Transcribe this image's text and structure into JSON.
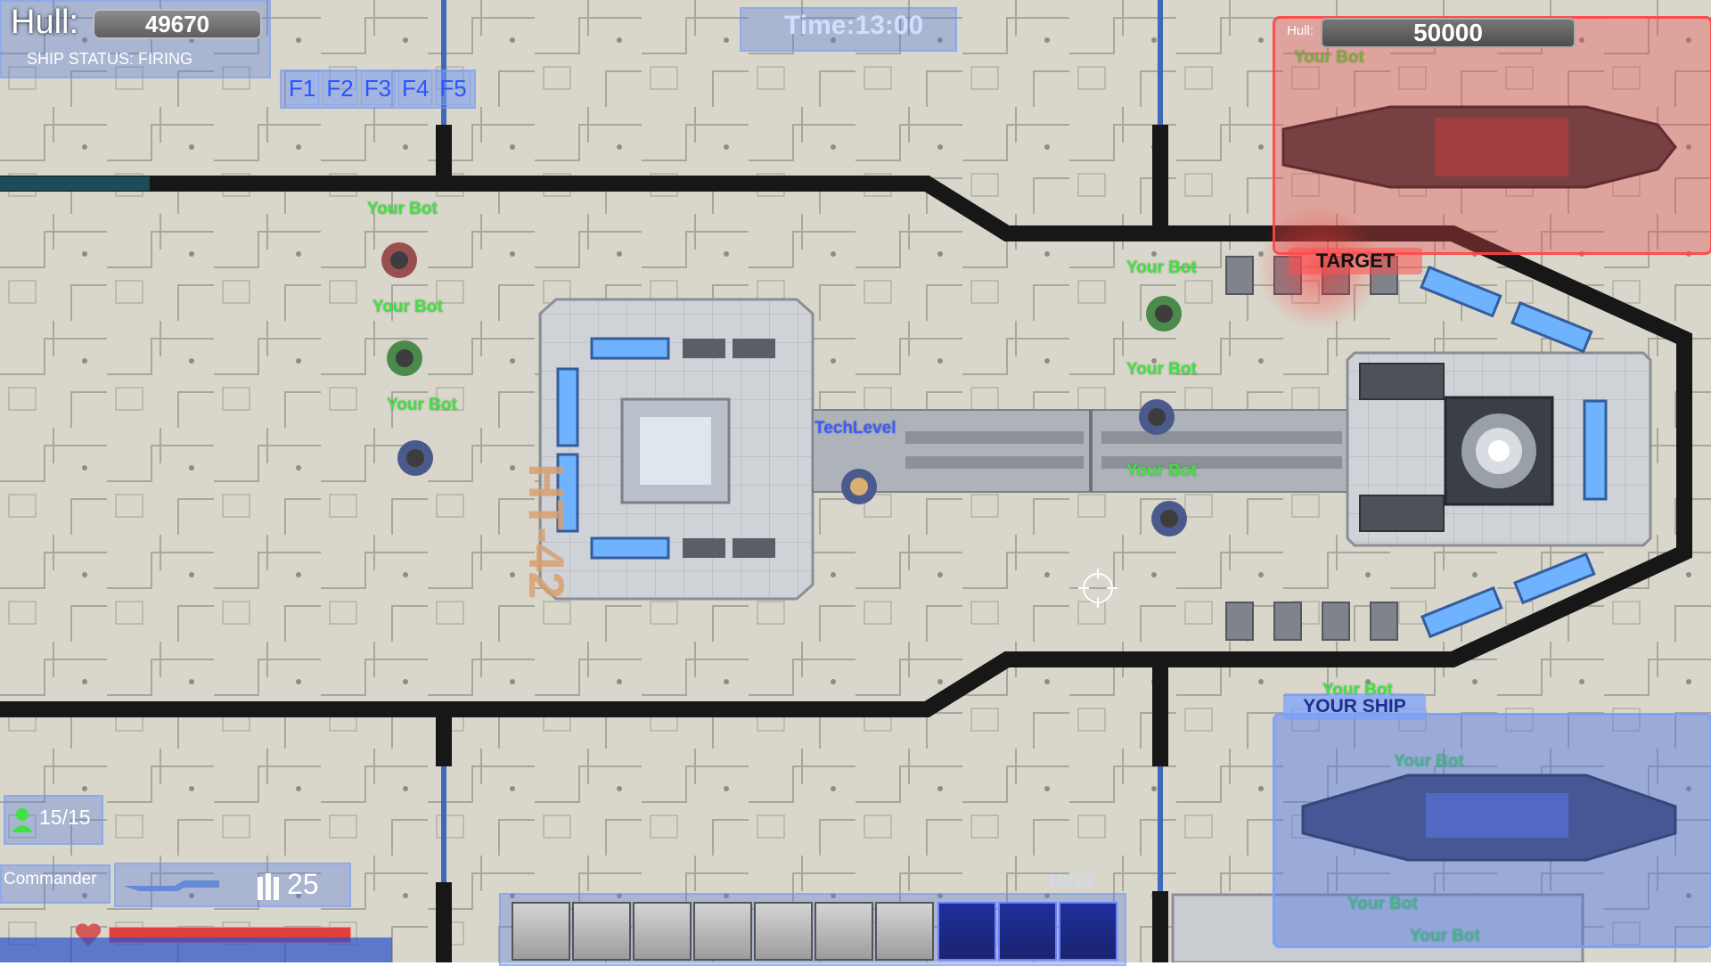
{
  "hud": {
    "hull_label": "Hull:",
    "hull_value": "49670",
    "ship_status": "SHIP STATUS:  FIRING",
    "time": "Time:13:00",
    "function_keys": [
      "F1",
      "F2",
      "F3",
      "F4",
      "F5"
    ],
    "enemy_hull_label": "Hull:",
    "enemy_hull_value": "50000",
    "target_label": "TARGET",
    "your_ship_label": "YOUR SHIP",
    "crew_count": "15/15",
    "commander_label": "Commander",
    "ammo": "25",
    "slot_counter": "10/10"
  },
  "scene": {
    "hull_code": "HT-42",
    "bot_labels": [
      "Your Bot",
      "Your Bot",
      "Your Bot",
      "Your Bot",
      "Your Bot",
      "Your Bot",
      "Your Bot",
      "Your Bot",
      "Your Bot",
      "Your Bot",
      "Your Bot"
    ],
    "tech_label": "TechLevel"
  },
  "colors": {
    "friendly_label": "#3fe33f",
    "enemy_panel": "#ff4646",
    "friendly_panel": "#5078e6",
    "health": "#e04040"
  }
}
